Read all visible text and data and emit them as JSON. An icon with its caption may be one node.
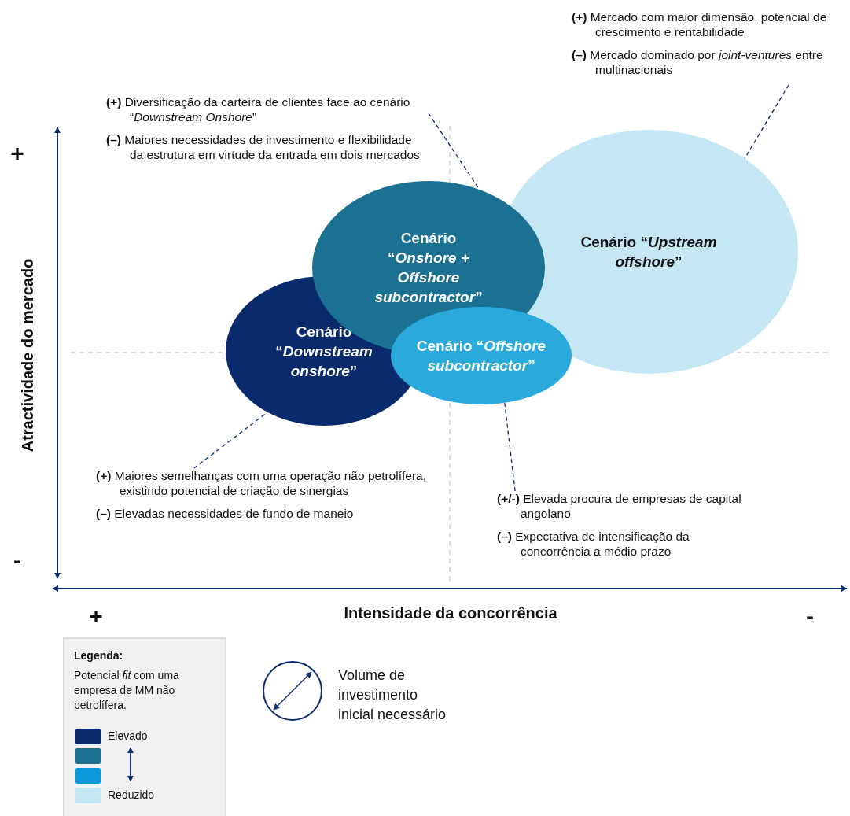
{
  "diagram": {
    "nodes": [
      {
        "text": [
          "**(+)** Diversificação da carteira de clientes face ao cenário “*Downstream Onshore*”",
          "**(–)** Maiores necessidades de investimento e flexibilidade da estrutura em virtude da entrada em dois mercados"
        ]
      },
      {
        "text": [
          "**(+)** Mercado com maior dimensão, potencial de crescimento e rentabilidade",
          "**(–)** Mercado dominado por *joint-ventures* entre multinacionais"
        ]
      },
      {
        "text": [
          "Cenário “*Upstream offshore*”"
        ]
      },
      {
        "text": [
          "Cenário “*Onshore + Offshore subcontractor*”"
        ]
      },
      {
        "text": [
          "Cenário “*Downstream onshore*”"
        ]
      },
      {
        "text": [
          "Cenário “*Offshore subcontractor*”"
        ]
      },
      {
        "text": [
          "**(+)** Maiores semelhanças com uma operação não petrolífera, existindo potencial de criação de sinergias",
          "**(–)** Elevadas necessidades de fundo de maneio"
        ]
      },
      {
        "text": [
          "**(+/-)** Elevada procura de empresas de capital angolano",
          "**(–)** Expectativa de intensificação da concorrência a médio prazo"
        ]
      }
    ],
    "edges": [
      {
        "from": 0,
        "to": 3,
        "arrow": "none",
        "style": "dashed"
      },
      {
        "from": 1,
        "to": 2,
        "arrow": "none",
        "style": "dashed"
      },
      {
        "from": 6,
        "to": 4,
        "arrow": "none",
        "style": "dashed"
      },
      {
        "from": 7,
        "to": 5,
        "arrow": "none",
        "style": "dashed"
      }
    ],
    "labels": [
      "+",
      "Atractividade do mercado",
      "-",
      "+",
      "Intensidade da concorrência",
      "-",
      "Legenda:",
      "Potencial *fit* com uma empresa de MM não petrolífera.",
      "Volume de investimento inicial necessário"
    ],
    "legend": [
      {
        "text": "Elevado",
        "color": "#0a2a6e"
      },
      {
        "text": "Reduzido",
        "color": "#c5e7f4"
      }
    ]
  }
}
